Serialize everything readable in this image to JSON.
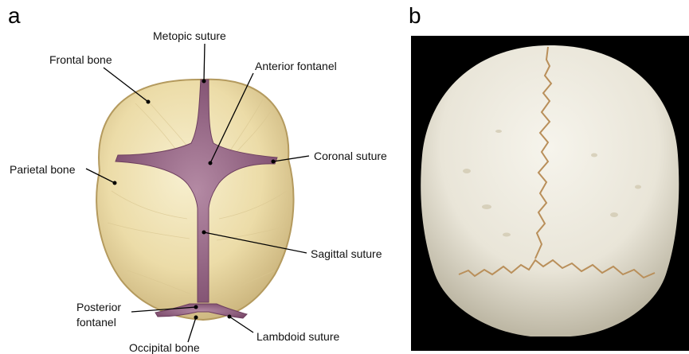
{
  "panel_a": {
    "letter": "a",
    "labels": {
      "metopic_suture": "Metopic suture",
      "frontal_bone": "Frontal bone",
      "anterior_fontanel": "Anterior fontanel",
      "coronal_suture": "Coronal suture",
      "parietal_bone": "Parietal bone",
      "sagittal_suture": "Sagittal suture",
      "posterior_fontanel_line1": "Posterior",
      "posterior_fontanel_line2": "fontanel",
      "lambdoid_suture": "Lambdoid suture",
      "occipital_bone": "Occipital bone"
    }
  },
  "panel_b": {
    "letter": "b"
  },
  "colors": {
    "bone": "#ecdca8",
    "bone_shadow": "#c9b27a",
    "suture": "#8b5a7a",
    "photo_background": "#000000",
    "skull_photo": "#efece2"
  }
}
